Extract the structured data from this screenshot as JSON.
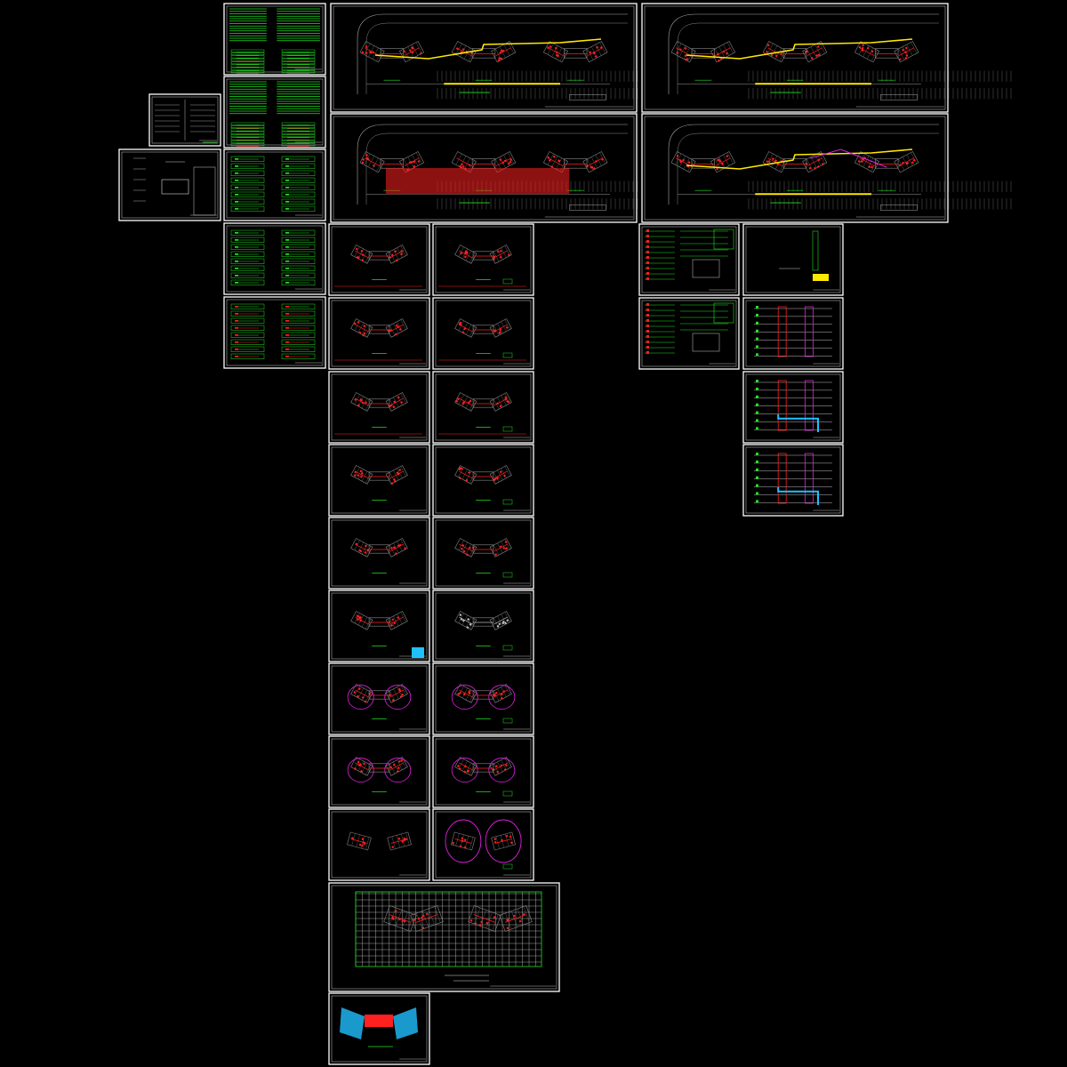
{
  "title": "",
  "colors": {
    "background": "#000000",
    "frame": "#ffffff",
    "linework": "#8a8a8a",
    "red": "#ff2020",
    "green": "#20e020",
    "yellow": "#ffe800",
    "magenta": "#e020e0",
    "cyan": "#20c0ff",
    "blue": "#2080ff"
  },
  "sheets": [
    {
      "id": "s-schedule-a",
      "kind": "schedule"
    },
    {
      "id": "s-site-1",
      "kind": "site-plan-yellow"
    },
    {
      "id": "s-site-2",
      "kind": "site-plan-red"
    },
    {
      "id": "s-schedule-b",
      "kind": "schedule"
    },
    {
      "id": "s-title-sm",
      "kind": "text-block"
    },
    {
      "id": "s-site-3",
      "kind": "site-plan-red-fill"
    },
    {
      "id": "s-site-4",
      "kind": "site-plan-yellow-b"
    },
    {
      "id": "s-cover",
      "kind": "cover"
    },
    {
      "id": "s-schedule-c",
      "kind": "schedule"
    },
    {
      "id": "s-schedule-d",
      "kind": "schedule"
    },
    {
      "id": "s-schedule-e",
      "kind": "schedule-red"
    },
    {
      "id": "s-floor",
      "kind": "floor-plan"
    },
    {
      "id": "s-legend",
      "kind": "legend-sheet"
    },
    {
      "id": "s-riser",
      "kind": "riser"
    },
    {
      "id": "s-structural-grid",
      "kind": "grid-plan"
    },
    {
      "id": "s-roof",
      "kind": "roof-plan"
    }
  ]
}
